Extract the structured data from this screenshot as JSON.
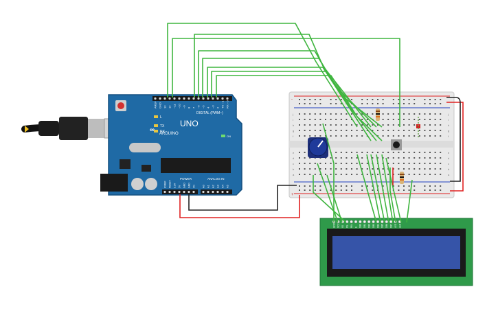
{
  "arduino": {
    "brand": "ARDUINO",
    "model": "UNO",
    "digital_header_label": "DIGITAL (PWM~)",
    "power_label": "POWER",
    "analog_label": "ANALOG IN",
    "on_label": "ON",
    "led_labels": [
      "L",
      "TX",
      "RX"
    ],
    "digital_pin_labels": [
      "AREF",
      "GND",
      "13",
      "12",
      "~11",
      "~10",
      "~9",
      "8",
      "7",
      "~6",
      "~5",
      "4",
      "~3",
      "2",
      "TX→1",
      "RX←0"
    ],
    "power_pin_labels": [
      "IOREF",
      "RESET",
      "3.3V",
      "5V",
      "GND",
      "GND",
      "Vin"
    ],
    "analog_pin_labels": [
      "A0",
      "A1",
      "A2",
      "A3",
      "A4",
      "A5"
    ]
  },
  "breadboard": {
    "row_letters_top": [
      "j",
      "i",
      "h",
      "g",
      "f"
    ],
    "row_letters_bottom": [
      "e",
      "d",
      "c",
      "b",
      "a"
    ],
    "rail_plus": "+",
    "rail_minus": "-"
  },
  "lcd": {
    "pin_labels": [
      "GND",
      "VCC",
      "V0",
      "RS",
      "RW",
      "E",
      "DB0",
      "DB1",
      "DB2",
      "DB3",
      "DB4",
      "DB5",
      "DB6",
      "DB7",
      "LED",
      "LED"
    ]
  },
  "colors": {
    "wire_green": "#3fb53f",
    "wire_red": "#e02020",
    "wire_black": "#222222",
    "arduino_board": "#1f6aa5",
    "lcd_board": "#2f9a4a",
    "lcd_screen": "#3654a8",
    "breadboard": "#e9e9e9"
  }
}
